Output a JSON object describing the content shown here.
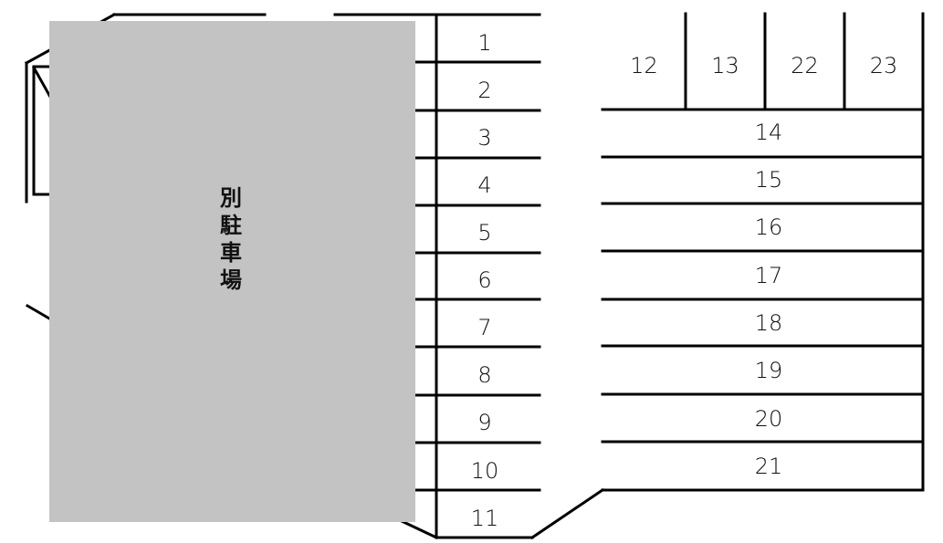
{
  "diagram": {
    "type": "parking-lot-map",
    "colors": {
      "line": "#000000",
      "separate_lot": "#c3c3c3",
      "text": "#111111"
    },
    "separate_lot": {
      "label": "別駐車場",
      "chars": [
        "別",
        "駐",
        "車",
        "場"
      ]
    },
    "left_column_spaces": [
      {
        "id": "1",
        "label": "1"
      },
      {
        "id": "2",
        "label": "2"
      },
      {
        "id": "3",
        "label": "3"
      },
      {
        "id": "4",
        "label": "4"
      },
      {
        "id": "5",
        "label": "5"
      },
      {
        "id": "6",
        "label": "6"
      },
      {
        "id": "7",
        "label": "7"
      },
      {
        "id": "8",
        "label": "8"
      },
      {
        "id": "9",
        "label": "9"
      },
      {
        "id": "10",
        "label": "10"
      },
      {
        "id": "11",
        "label": "11"
      }
    ],
    "top_right_spaces": [
      {
        "id": "12",
        "label": "12"
      },
      {
        "id": "13",
        "label": "13"
      },
      {
        "id": "22",
        "label": "22"
      },
      {
        "id": "23",
        "label": "23"
      }
    ],
    "right_column_spaces": [
      {
        "id": "14",
        "label": "14"
      },
      {
        "id": "15",
        "label": "15"
      },
      {
        "id": "16",
        "label": "16"
      },
      {
        "id": "17",
        "label": "17"
      },
      {
        "id": "18",
        "label": "18"
      },
      {
        "id": "19",
        "label": "19"
      },
      {
        "id": "20",
        "label": "20"
      },
      {
        "id": "21",
        "label": "21"
      }
    ]
  }
}
